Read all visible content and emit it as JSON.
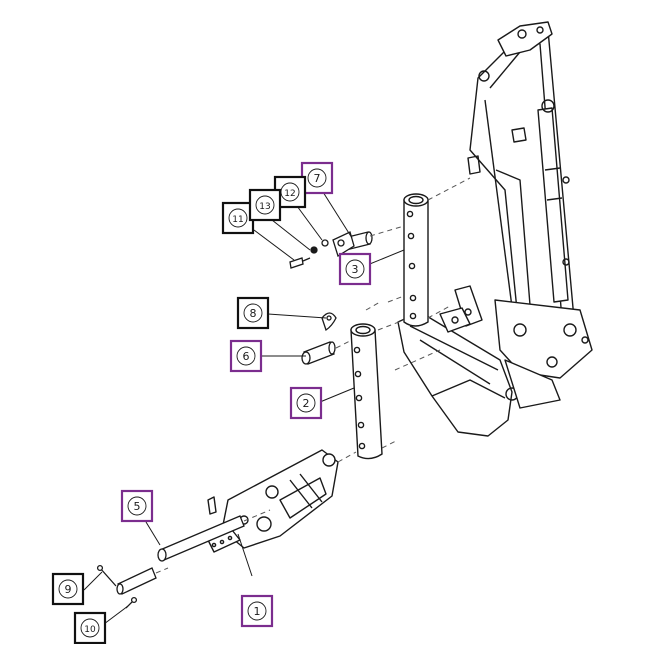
{
  "colors": {
    "line": "#1a1a1a",
    "box_black": "#111111",
    "box_purple": "#7b2d8e"
  },
  "callouts": [
    {
      "label": "1",
      "box": "purple"
    },
    {
      "label": "2",
      "box": "purple"
    },
    {
      "label": "3",
      "box": "purple"
    },
    {
      "label": "5",
      "box": "purple"
    },
    {
      "label": "6",
      "box": "purple"
    },
    {
      "label": "7",
      "box": "purple"
    },
    {
      "label": "8",
      "box": "black"
    },
    {
      "label": "9",
      "box": "black"
    },
    {
      "label": "10",
      "box": "black"
    },
    {
      "label": "11",
      "box": "black"
    },
    {
      "label": "12",
      "box": "black"
    },
    {
      "label": "13",
      "box": "black"
    }
  ]
}
